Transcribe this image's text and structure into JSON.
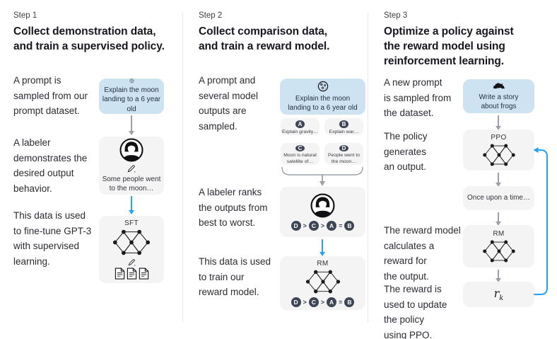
{
  "colors": {
    "prompt_box_bg": "#cde3f1",
    "model_box_bg": "#f4f4f4",
    "arrow_blue": "#27a0f4",
    "arrow_gray": "#9aa0a6",
    "chip_bg": "#3e4555",
    "divider": "#e7e7e7",
    "heading_text": "#17171f",
    "body_text": "#2b2b33"
  },
  "columns": [
    {
      "step_label": "Step 1",
      "title": "Collect demonstration data,\nand train a supervised policy.",
      "paragraphs": [
        "A prompt is\nsampled from our\nprompt dataset.",
        "A labeler\ndemonstrates the\ndesired output\nbehavior.",
        "This data is used\nto fine-tune GPT-3\nwith supervised\nlearning."
      ]
    },
    {
      "step_label": "Step 2",
      "title": "Collect comparison data,\nand train a reward model.",
      "paragraphs": [
        "A prompt and\nseveral model\noutputs are\nsampled.",
        "A labeler ranks\nthe outputs from\nbest to worst.",
        "This data is used\nto train our\nreward model."
      ]
    },
    {
      "step_label": "Step 3",
      "title": "Optimize a policy against\nthe reward model using\nreinforcement learning.",
      "paragraphs": [
        "A new prompt\nis sampled from\nthe dataset.",
        "The policy\ngenerates\nan output.",
        "The reward model\ncalculates a\nreward for\nthe output.",
        "The reward is\nused to update\nthe policy\nusing PPO."
      ]
    }
  ],
  "diagram": {
    "prompt1": "Explain the moon\nlanding to a 6 year old",
    "labeler_output": "Some people went\nto the moon…",
    "sft_label": "SFT",
    "prompt2": "Explain the moon\nlanding to a 6 year old",
    "outputs": [
      {
        "letter": "A",
        "text": "Explain gravity…"
      },
      {
        "letter": "B",
        "text": "Explain war…"
      },
      {
        "letter": "C",
        "text": "Moon is natural\nsatellite of…"
      },
      {
        "letter": "D",
        "text": "People went to\nthe moon…"
      }
    ],
    "ranking": {
      "c1": "D",
      "s1": ">",
      "c2": "C",
      "s2": ">",
      "c3": "A",
      "s3": "=",
      "c4": "B"
    },
    "rm_label": "RM",
    "prompt3": "Write a story\nabout frogs",
    "ppo_label": "PPO",
    "policy_output": "Once upon a time…",
    "reward": {
      "base": "r",
      "sub": "k"
    }
  },
  "icons": {
    "moon": "moon-icon",
    "labeler": "labeler-avatar-icon",
    "pencil": "pencil-icon",
    "documents": "documents-icon",
    "network": "neural-network-icon",
    "frog": "frog-icon",
    "brace": "brace-connector",
    "loop": "feedback-loop-arrow"
  }
}
